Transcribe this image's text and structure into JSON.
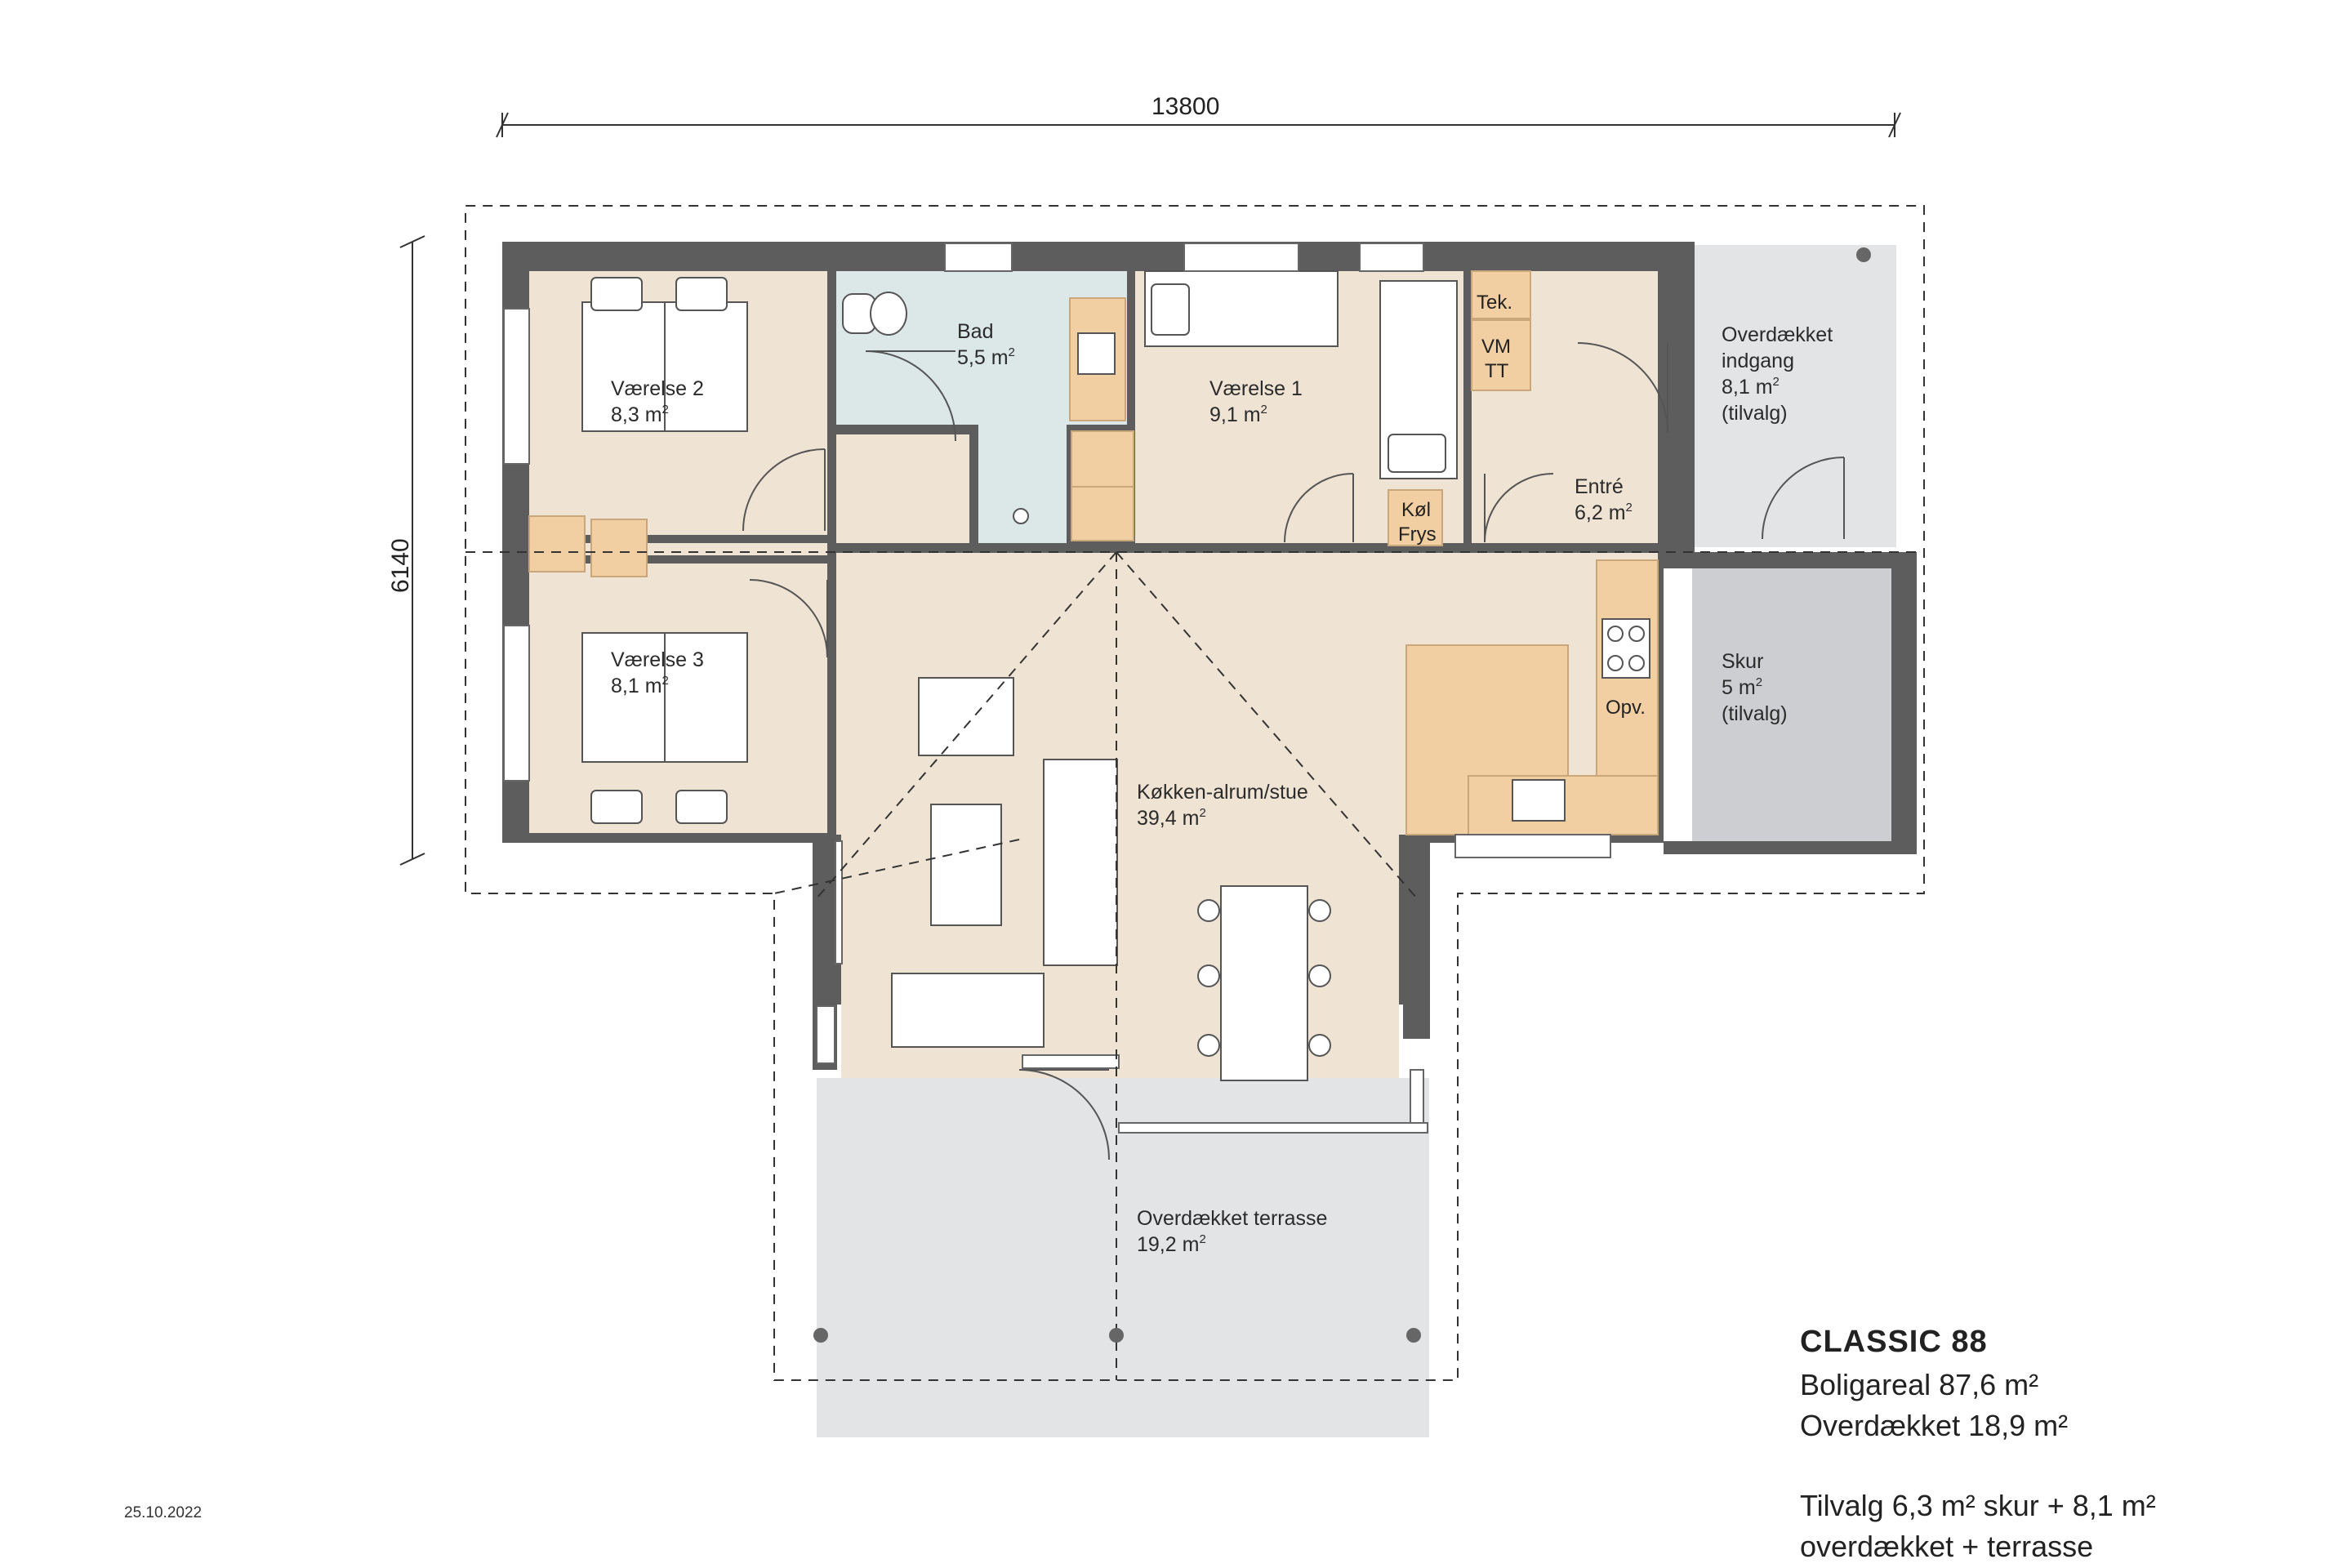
{
  "dimensions": {
    "width": "13800",
    "depth": "6140"
  },
  "rooms": {
    "vaerelse2": {
      "name": "Værelse 2",
      "area": "8,3 m",
      "sup": "2"
    },
    "bad": {
      "name": "Bad",
      "area": "5,5 m",
      "sup": "2"
    },
    "vaerelse1": {
      "name": "Værelse 1",
      "area": "9,1 m",
      "sup": "2"
    },
    "indgang": {
      "name_1": "Overdækket",
      "name_2": "indgang",
      "area": "8,1 m",
      "sup": "2",
      "note": "(tilvalg)"
    },
    "entre": {
      "name": "Entré",
      "area": "6,2 m",
      "sup": "2"
    },
    "vaerelse3": {
      "name": "Værelse 3",
      "area": "8,1 m",
      "sup": "2"
    },
    "skur": {
      "name": "Skur",
      "area": "5 m",
      "sup": "2",
      "note": "(tilvalg)"
    },
    "koekken": {
      "name": "Køkken-alrum/stue",
      "area": "39,4 m",
      "sup": "2"
    },
    "terrasse": {
      "name": "Overdækket terrasse",
      "area": "19,2 m",
      "sup": "2"
    }
  },
  "fixtures": {
    "tek": "Tek.",
    "vm": "VM",
    "tt": "TT",
    "kol": "Køl",
    "frys": "Frys",
    "opv": "Opv."
  },
  "info": {
    "title": "CLASSIC 88",
    "line1": "Boligareal 87,6 m²",
    "line2": "Overdækket 18,9 m²",
    "line3": "Tilvalg 6,3 m² skur + 8,1 m²",
    "line4": "overdækket + terrasse"
  },
  "date": "25.10.2022",
  "colors": {
    "wall": "#5d5d5d",
    "floor": "#efe3d4",
    "bath": "#dce7e8",
    "cabinet": "#f2cfa3",
    "outdoor": "#e3e4e6",
    "grey_zone": "#cdced1"
  }
}
